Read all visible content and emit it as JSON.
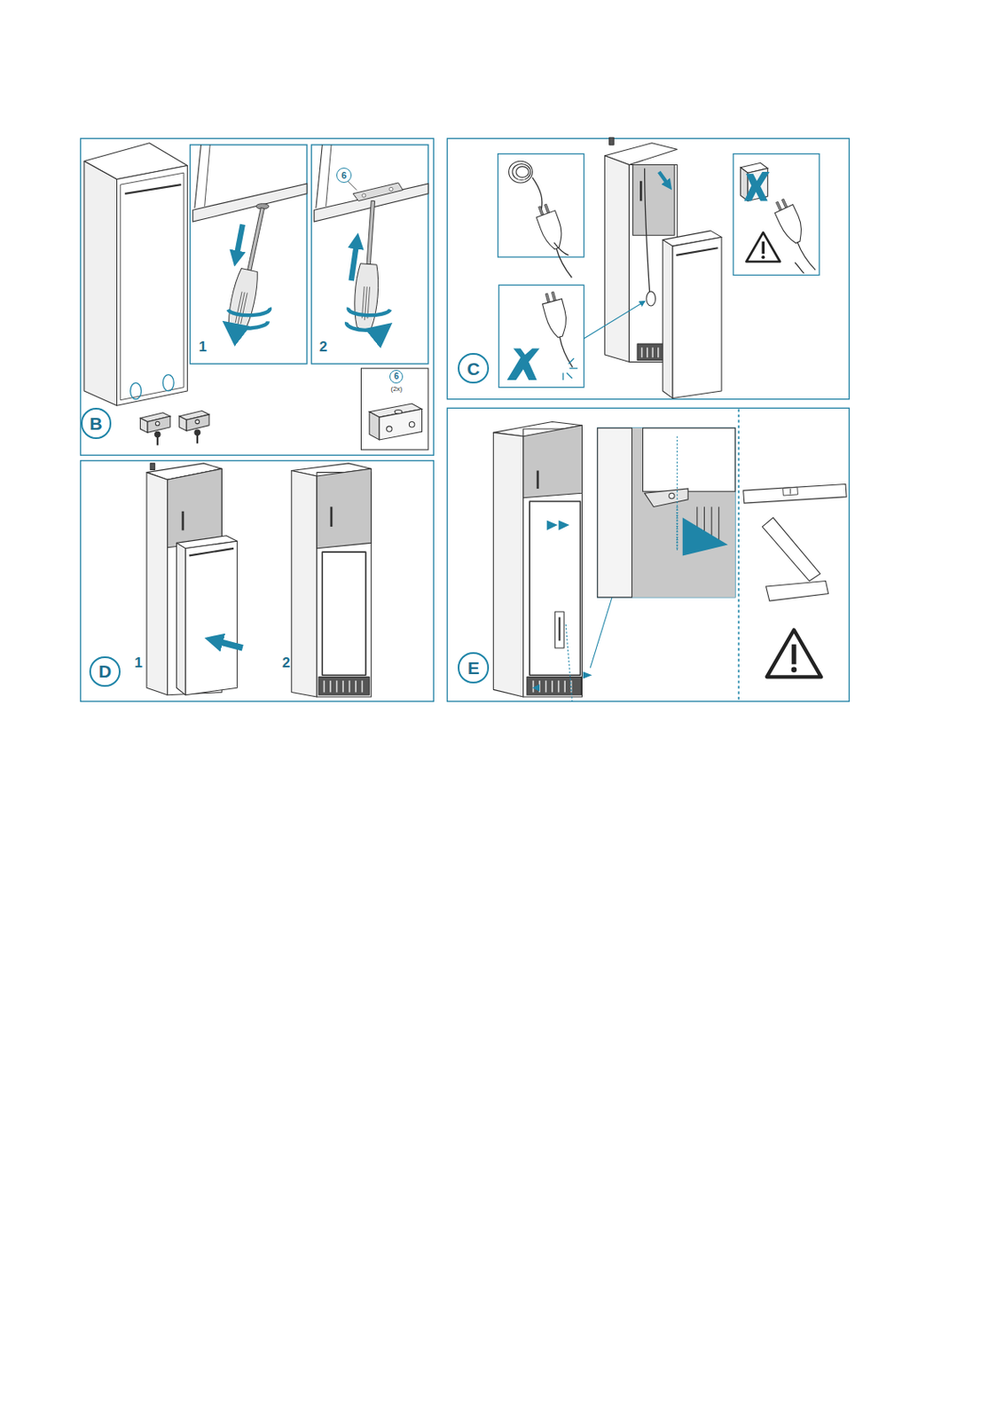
{
  "diagram": {
    "nodes": [
      {
        "text": [
          "B"
        ]
      },
      {
        "text": [
          "6"
        ]
      },
      {
        "text": [
          "6"
        ]
      },
      {
        "text": [
          "C"
        ]
      },
      {
        "text": [
          "D"
        ]
      },
      {
        "text": [
          "E"
        ]
      }
    ],
    "edges": [],
    "labels": [
      "1",
      "2",
      "(2x)",
      "1",
      "2"
    ]
  }
}
